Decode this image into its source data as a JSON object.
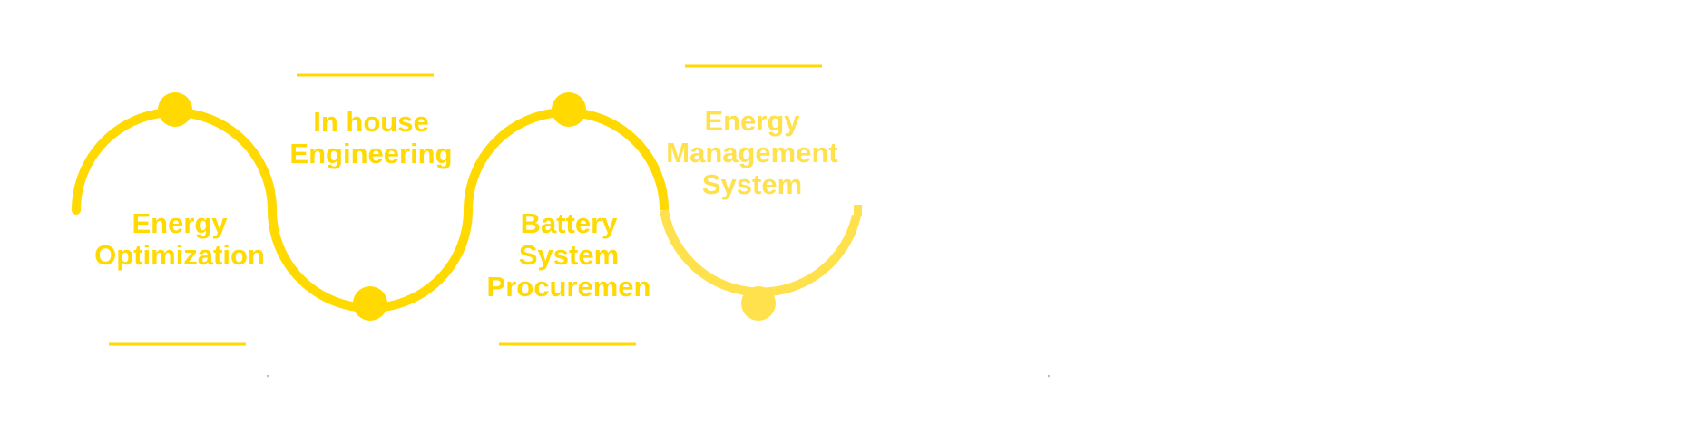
{
  "colors": {
    "accent": "#FFD900",
    "accent_light": "#FFE14D",
    "background": "#FFFFFF"
  },
  "stages": [
    {
      "lines": [
        "Energy",
        "Optimization"
      ]
    },
    {
      "lines": [
        "In house",
        "Engineering"
      ]
    },
    {
      "lines": [
        "Battery",
        "System",
        "Procuremen"
      ]
    },
    {
      "lines": [
        "Energy",
        "Management",
        "System"
      ]
    }
  ],
  "marks": {
    "left": "'",
    "right": "'"
  }
}
